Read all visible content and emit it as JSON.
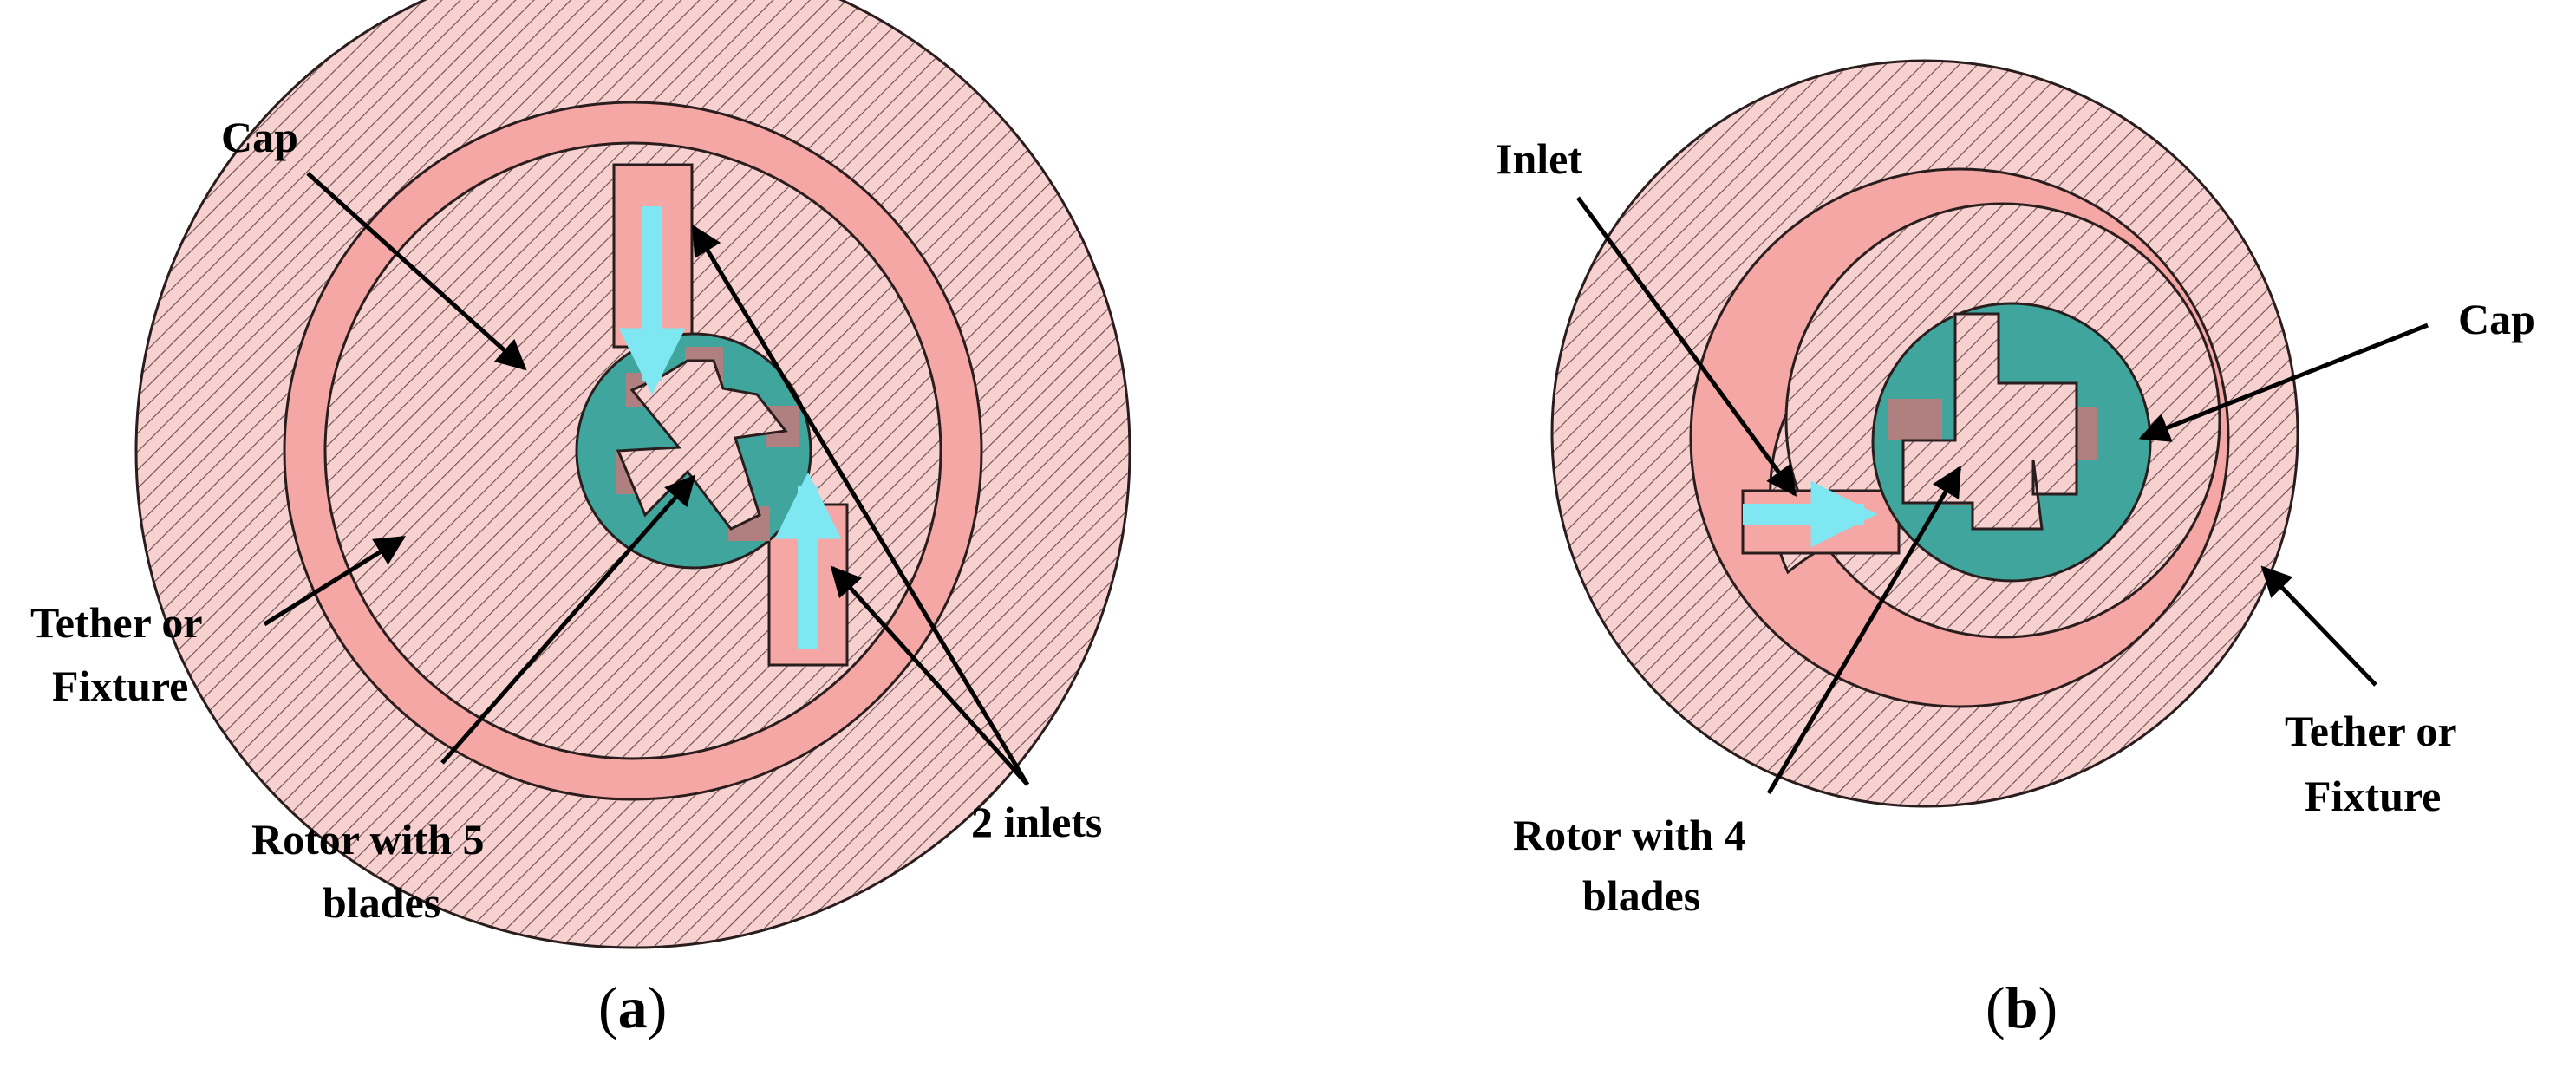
{
  "figure": {
    "colors": {
      "fixture_hatch_bg": "#f7d0d0",
      "hatch_line": "#6b4a4a",
      "cap": "#f4a7a4",
      "rotor_ring": "#3fa59d",
      "blade_shadow": "#b07f7f",
      "flow_arrow": "#7fe7f2",
      "pointer": "#000000"
    },
    "panel_a": {
      "label_prefix": "(",
      "label_letter": "a",
      "label_suffix": ")",
      "cap_label": "Cap",
      "fixture_label_line1": "Tether or",
      "fixture_label_line2": "Fixture",
      "rotor_label_line1": "Rotor with 5",
      "rotor_label_line2": "blades",
      "inlets_label": "2 inlets",
      "blade_count": 5,
      "inlet_count": 2
    },
    "panel_b": {
      "label_prefix": "(",
      "label_letter": "b",
      "label_suffix": ")",
      "inlet_label": "Inlet",
      "cap_label": "Cap",
      "fixture_label_line1": "Tether or",
      "fixture_label_line2": "Fixture",
      "rotor_label_line1": "Rotor with 4",
      "rotor_label_line2": "blades",
      "blade_count": 4,
      "inlet_count": 1
    }
  }
}
